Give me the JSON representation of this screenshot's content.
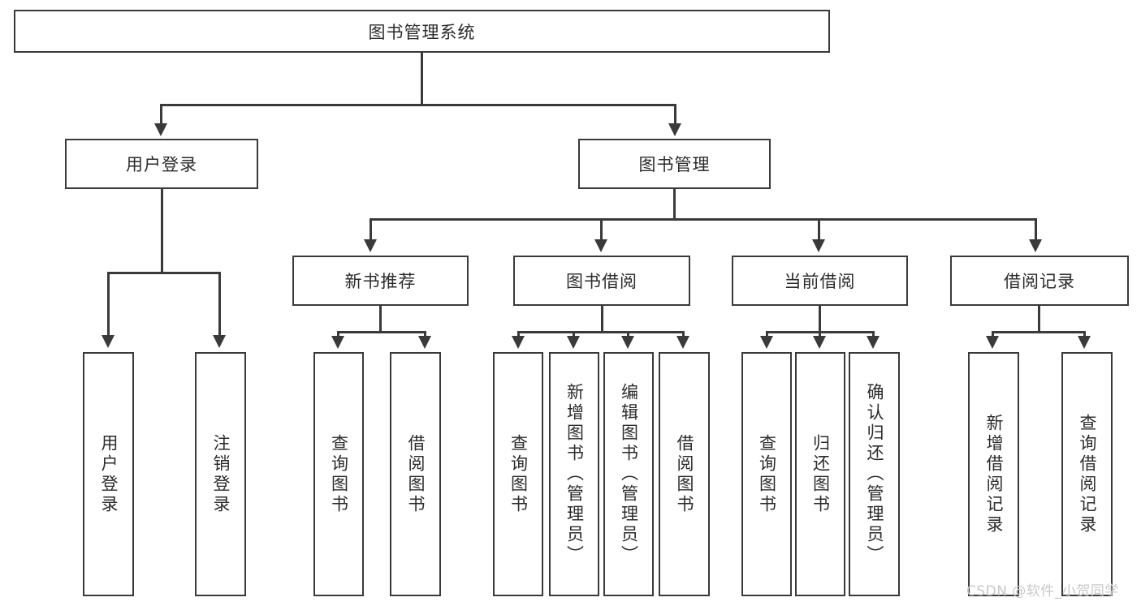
{
  "diagram": {
    "title": "图书管理系统",
    "root": {
      "label": "图书管理系统"
    },
    "level2": [
      {
        "label": "用户登录"
      },
      {
        "label": "图书管理"
      }
    ],
    "level3": [
      {
        "label": "新书推荐"
      },
      {
        "label": "图书借阅"
      },
      {
        "label": "当前借阅"
      },
      {
        "label": "借阅记录"
      }
    ],
    "leaves_user_login": [
      {
        "label": "用户登录"
      },
      {
        "label": "注销登录"
      }
    ],
    "leaves_new_book": [
      {
        "label": "查询图书"
      },
      {
        "label": "借阅图书"
      }
    ],
    "leaves_borrow": [
      {
        "label": "查询图书"
      },
      {
        "label": "新增图书（管理员）"
      },
      {
        "label": "编辑图书（管理员）"
      },
      {
        "label": "借阅图书"
      }
    ],
    "leaves_current": [
      {
        "label": "查询图书"
      },
      {
        "label": "归还图书"
      },
      {
        "label": "确认归还（管理员）"
      }
    ],
    "leaves_record": [
      {
        "label": "新增借阅记录"
      },
      {
        "label": "查询借阅记录"
      }
    ],
    "watermark": "CSDN @软件_小贺同学",
    "colors": {
      "line": "#3a3a3a",
      "text": "#2b2b2b",
      "background": "#ffffff",
      "watermark": "#c9c9c9"
    }
  }
}
